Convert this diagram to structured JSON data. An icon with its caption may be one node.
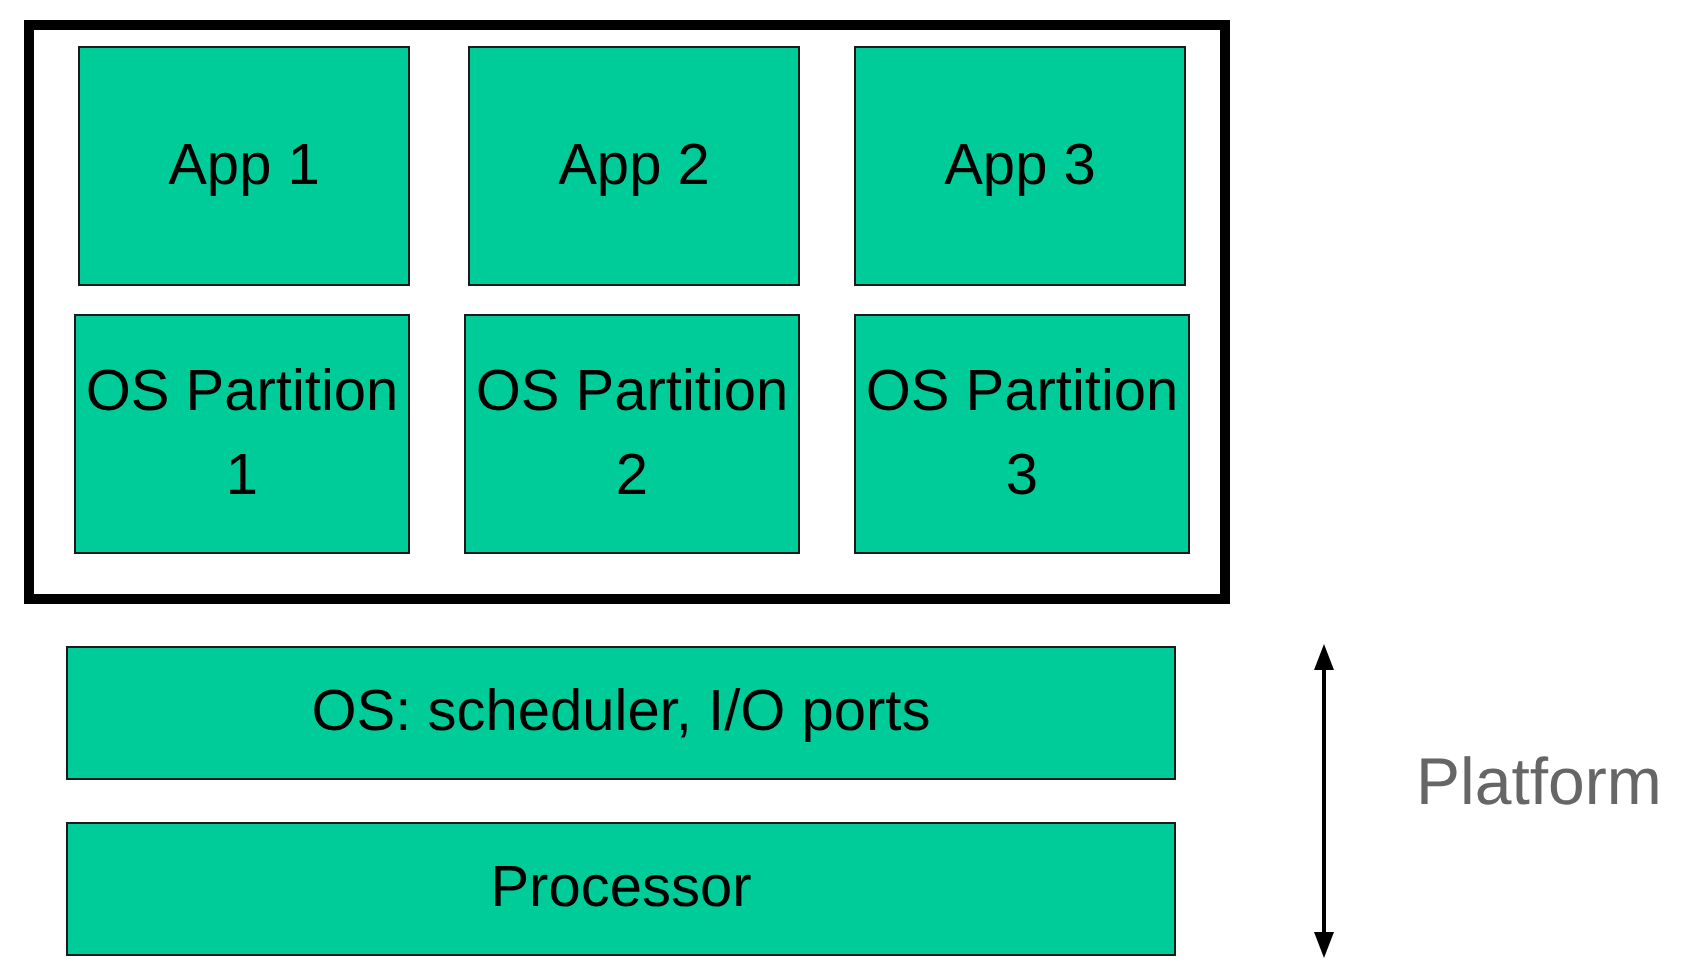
{
  "diagram": {
    "nodes": [
      {
        "text": [],
        "shape": "box"
      },
      {
        "text": [
          "App 1"
        ],
        "in": 0
      },
      {
        "text": [
          "App 2"
        ],
        "in": 0
      },
      {
        "text": [
          "App 3"
        ],
        "in": 0
      },
      {
        "text": [
          "OS Partition 1"
        ],
        "in": 0
      },
      {
        "text": [
          "OS Partition 2"
        ],
        "in": 0
      },
      {
        "text": [
          "OS Partition 3"
        ],
        "in": 0
      },
      {
        "text": [
          "OS: scheduler, I/O ports"
        ]
      },
      {
        "text": [
          "Processor"
        ]
      }
    ],
    "labels": [
      "Platform"
    ]
  }
}
